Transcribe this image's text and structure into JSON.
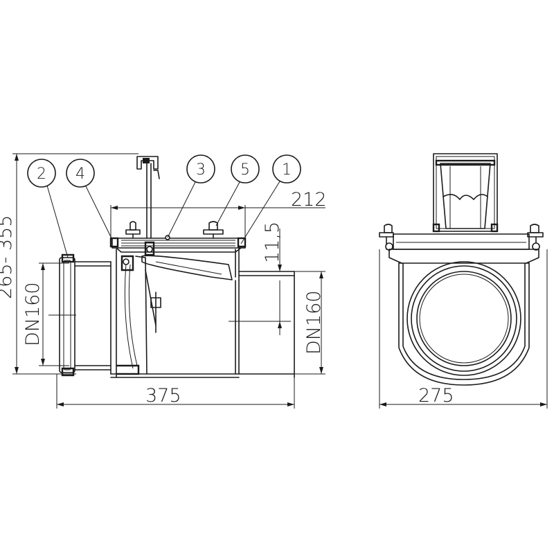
{
  "side_view": {
    "dim_overall_height": "265- 355",
    "dim_inlet_dn": "DN160",
    "dim_outlet_dn": "DN160",
    "dim_length": "375",
    "dim_cover_width": "212",
    "dim_offset": "11,5",
    "callouts": [
      "2",
      "4",
      "3",
      "5",
      "1"
    ]
  },
  "front_view": {
    "dim_width": "275"
  }
}
